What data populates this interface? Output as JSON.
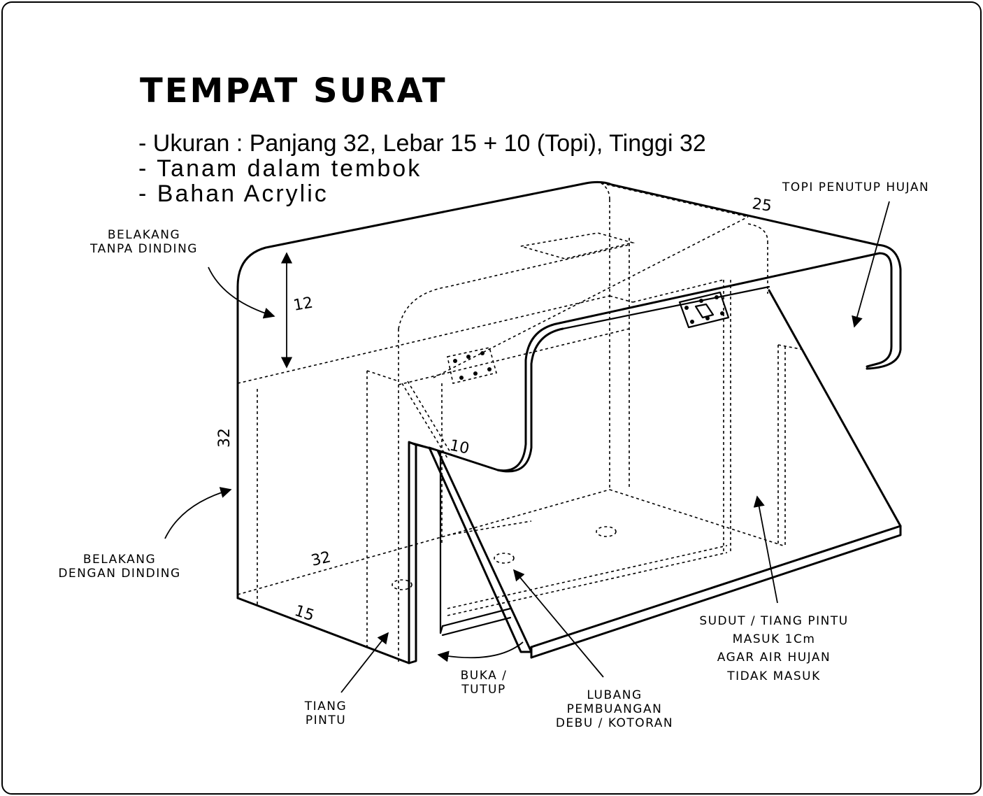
{
  "title": "TEMPAT SURAT",
  "specs": [
    "-  Ukuran : Panjang 32, Lebar 15 + 10 (Topi), Tinggi 32",
    "-  Tanam dalam tembok",
    "-   Bahan Acrylic"
  ],
  "labels": {
    "rear_no_wall_1": "BELAKANG",
    "rear_no_wall_2": "TANPA DINDING",
    "rear_with_wall_1": "BELAKANG",
    "rear_with_wall_2": "DENGAN DINDING",
    "rain_cap": "TOPI PENUTUP HUJAN",
    "door_post_1": "TIANG",
    "door_post_2": "PINTU",
    "open_close_1": "BUKA /",
    "open_close_2": "TUTUP",
    "drain_hole_1": "LUBANG",
    "drain_hole_2": "PEMBUANGAN",
    "drain_hole_3": "DEBU / KOTORAN",
    "corner_1": "SUDUT / TIANG PINTU",
    "corner_2": "MASUK 1Cm",
    "corner_3": "AGAR AIR HUJAN",
    "corner_4": "TIDAK MASUK"
  },
  "dimensions": {
    "cap_depth": "25",
    "top_height": "12",
    "height": "32",
    "length": "32",
    "width": "15",
    "lid_depth": "10"
  }
}
